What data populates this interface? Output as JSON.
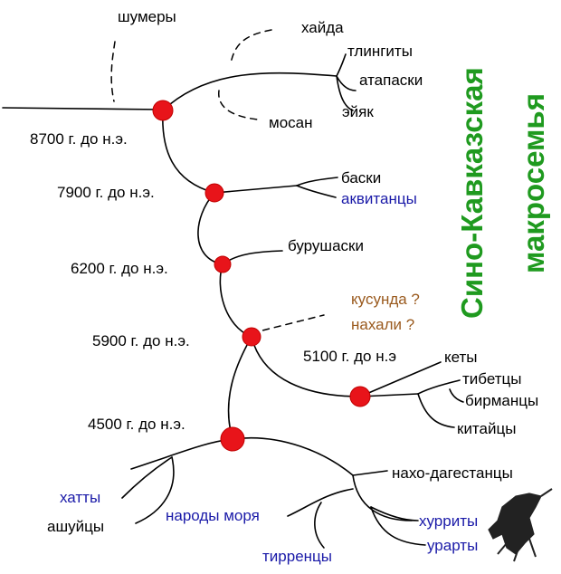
{
  "title": {
    "line1": "Сино-Кавказская",
    "line2": "макросемья",
    "color": "#1f9a1f"
  },
  "dates": {
    "d8700": "8700 г. до н.э.",
    "d7900": "7900 г. до н.э.",
    "d6200": "6200 г. до н.э.",
    "d5900": "5900 г. до н.э.",
    "d5100": "5100 г. до н.э",
    "d4500": "4500 г. до н.э."
  },
  "groups": {
    "sumerians": "шумеры",
    "haida": "хайда",
    "tlingit": "тлингиты",
    "athabaskan": "атапаски",
    "eyak": "эйяк",
    "mosan": "мосан",
    "basques": "баски",
    "aquitanians": "аквитанцы",
    "burushaski": "бурушаски",
    "kusunda": "кусунда  ?",
    "nahali": "нахали  ?",
    "kets": "кеты",
    "tibetans": "тибетцы",
    "burmese": "бирманцы",
    "chinese": "китайцы",
    "hattians": "хатты",
    "ashuians": "ашуйцы",
    "sea_peoples": "народы моря",
    "nakh_dagestani": "нахо-дагестанцы",
    "hurrians": "хурриты",
    "urartians": "урарты",
    "tyrrhenians": "тирренцы"
  },
  "colors": {
    "node": "#e8141a",
    "line": "#000000",
    "blue_label": "#1a1aa8",
    "uncertain_label": "#9a5a1e"
  }
}
